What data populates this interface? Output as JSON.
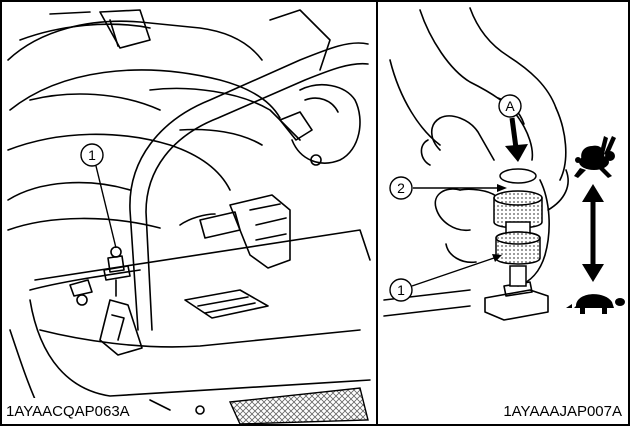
{
  "figures": [
    {
      "id_code": "1AYAACQAP063A",
      "callouts": [
        "1"
      ]
    },
    {
      "id_code": "1AYAAAJAP007A",
      "callouts": [
        "A",
        "2",
        "1"
      ],
      "icons": [
        "rabbit-icon",
        "turtle-icon",
        "double-arrow-icon"
      ]
    }
  ]
}
